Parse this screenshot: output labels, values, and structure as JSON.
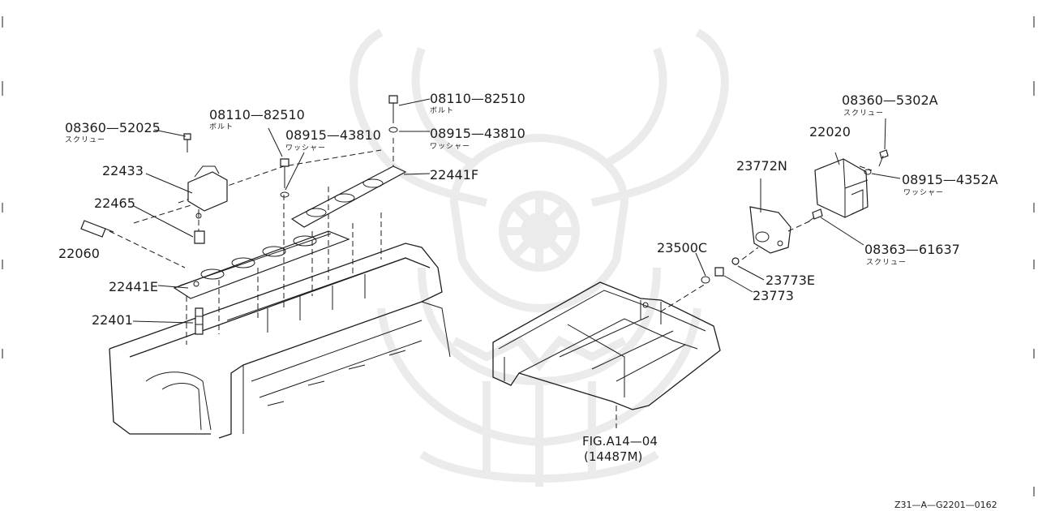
{
  "diagram": {
    "colors": {
      "ink": "#1c1c1c",
      "watermark": "#ebebeb",
      "background": "#ffffff"
    },
    "watermark_icon": "samurai-helmet-logo",
    "callouts": {
      "c08360_52025": {
        "number": "08360—52025",
        "name": "スクリュー"
      },
      "c08110_a": {
        "number": "08110—82510",
        "name": "ボルト"
      },
      "c08915_a": {
        "number": "08915—43810",
        "name": "ワッシャー"
      },
      "c08110_b": {
        "number": "08110—82510",
        "name": "ボルト"
      },
      "c08915_b": {
        "number": "08915—43810",
        "name": "ワッシャー"
      },
      "c22433": {
        "number": "22433"
      },
      "c22465": {
        "number": "22465"
      },
      "c22060": {
        "number": "22060"
      },
      "c22441F": {
        "number": "22441F"
      },
      "c22441E": {
        "number": "22441E"
      },
      "c22401": {
        "number": "22401"
      },
      "c08360_5302A": {
        "number": "08360—5302A",
        "name": "スクリュー"
      },
      "c22020": {
        "number": "22020"
      },
      "c23772N": {
        "number": "23772N"
      },
      "c08915_4352A": {
        "number": "08915—4352A",
        "name": "ワッシャー"
      },
      "c08363_61637": {
        "number": "08363—61637",
        "name": "スクリュー"
      },
      "c23500C": {
        "number": "23500C"
      },
      "c23773E": {
        "number": "23773E"
      },
      "c23773": {
        "number": "23773"
      }
    },
    "figure_ref": {
      "fig": "FIG.A14—04",
      "part": "(14487M)"
    },
    "drawing_code": "Z31—A—G2201—0162"
  }
}
